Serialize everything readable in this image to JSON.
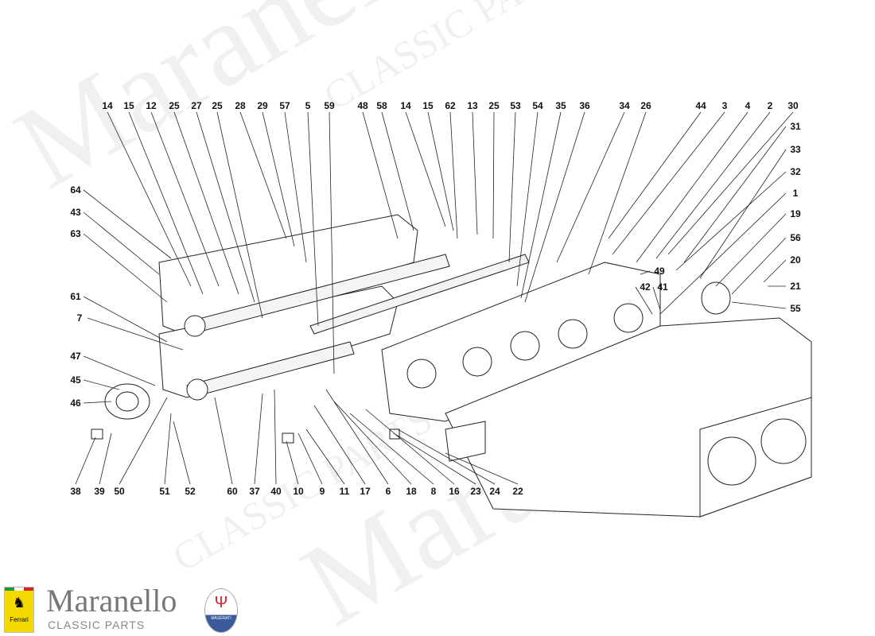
{
  "diagram": {
    "callouts": [
      "14",
      "15",
      "12",
      "25",
      "27",
      "25",
      "28",
      "29",
      "57",
      "5",
      "59",
      "48",
      "58",
      "14",
      "15",
      "62",
      "13",
      "25",
      "53",
      "54",
      "35",
      "36",
      "34",
      "26",
      "44",
      "3",
      "4",
      "2",
      "30",
      "31",
      "33",
      "32",
      "1",
      "19",
      "56",
      "20",
      "21",
      "55",
      "49",
      "42",
      "41",
      "64",
      "43",
      "63",
      "61",
      "7",
      "47",
      "45",
      "46",
      "38",
      "39",
      "50",
      "51",
      "52",
      "60",
      "37",
      "40",
      "10",
      "9",
      "11",
      "17",
      "6",
      "18",
      "8",
      "16",
      "23",
      "24",
      "22"
    ]
  },
  "branding": {
    "name": "Maranello",
    "tagline": "CLASSIC PARTS",
    "ferrari_badge": "Ferrari",
    "maserati_badge": "MASERATI",
    "watermark_main": "Maranello",
    "watermark_sub": "CLASSIC PARTS"
  },
  "colors": {
    "ferrari_yellow": "#f5d800",
    "maserati_red": "#d2232a",
    "maserati_blue": "#3b5a9a"
  }
}
